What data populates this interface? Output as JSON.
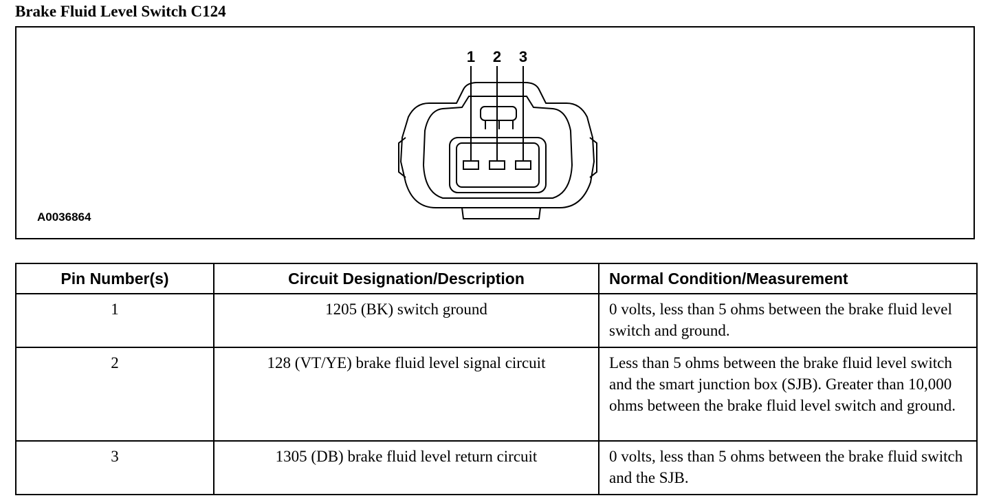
{
  "title": "Brake Fluid Level Switch C124",
  "figure": {
    "id": "A0036864",
    "pin_labels": [
      "1",
      "2",
      "3"
    ]
  },
  "table": {
    "headers": [
      "Pin Number(s)",
      "Circuit Designation/Description",
      "Normal Condition/Measurement"
    ],
    "rows": [
      {
        "pin": "1",
        "circuit": "1205 (BK) switch ground",
        "condition": "0 volts, less than 5 ohms between the brake fluid level switch and ground."
      },
      {
        "pin": "2",
        "circuit": "128 (VT/YE) brake fluid level signal circuit",
        "condition": "Less than 5 ohms between the brake fluid level switch and the smart junction box (SJB). Greater than 10,000 ohms between the brake fluid level switch and ground."
      },
      {
        "pin": "3",
        "circuit": "1305 (DB) brake fluid level return circuit",
        "condition": "0 volts, less than 5 ohms between the brake fluid switch and the SJB."
      }
    ]
  }
}
